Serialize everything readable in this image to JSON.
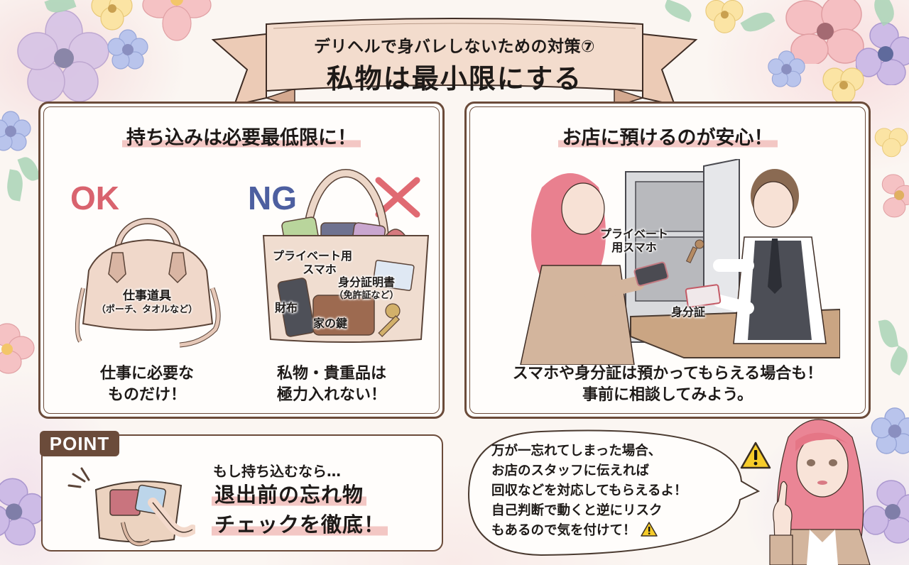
{
  "header": {
    "subtitle": "デリヘルで身バレしないための対策⑦",
    "title": "私物は最小限にする"
  },
  "left_panel": {
    "heading": "持ち込みは必要最低限に！",
    "ok": {
      "label": "OK",
      "item_label": "仕事道具",
      "item_note": "（ポーチ、タオルなど）",
      "caption_line1": "仕事に必要な",
      "caption_line2": "ものだけ！"
    },
    "ng": {
      "label": "NG",
      "cross_icon": "x-mark",
      "items": {
        "phone_line1": "プライベート用",
        "phone_line2": "スマホ",
        "id_label": "身分証明書",
        "id_note": "（免許証など）",
        "wallet": "財布",
        "key": "家の鍵"
      },
      "caption_line1": "私物・貴重品は",
      "caption_line2": "極力入れない！"
    }
  },
  "right_panel": {
    "heading": "お店に預けるのが安心！",
    "labels": {
      "phone_line1": "プライベート",
      "phone_line2": "用スマホ",
      "id": "身分証"
    },
    "caption_line1": "スマホや身分証は預かってもらえる場合も！",
    "caption_line2": "事前に相談してみよう。"
  },
  "point_box": {
    "badge": "POINT",
    "lead": "もし持ち込むなら…",
    "line1": "退出前の忘れ物",
    "line2": "チェックを徹底！"
  },
  "speech_bubble": {
    "lines": [
      "万が一忘れてしまった場合、",
      "お店のスタッフに伝えれば",
      "回収などを対応してもらえるよ！",
      "自己判断で動くと逆にリスク",
      "もあるので気を付けて！"
    ],
    "warning_icon": "warning-triangle"
  },
  "colors": {
    "frame": "#6b4b3a",
    "highlight": "#f3c7c4",
    "ok": "#d9636e",
    "ng": "#4d5fa0",
    "cross": "#e06a72",
    "ribbon": "#f2d8c6",
    "warning": "#f6cc2a"
  }
}
